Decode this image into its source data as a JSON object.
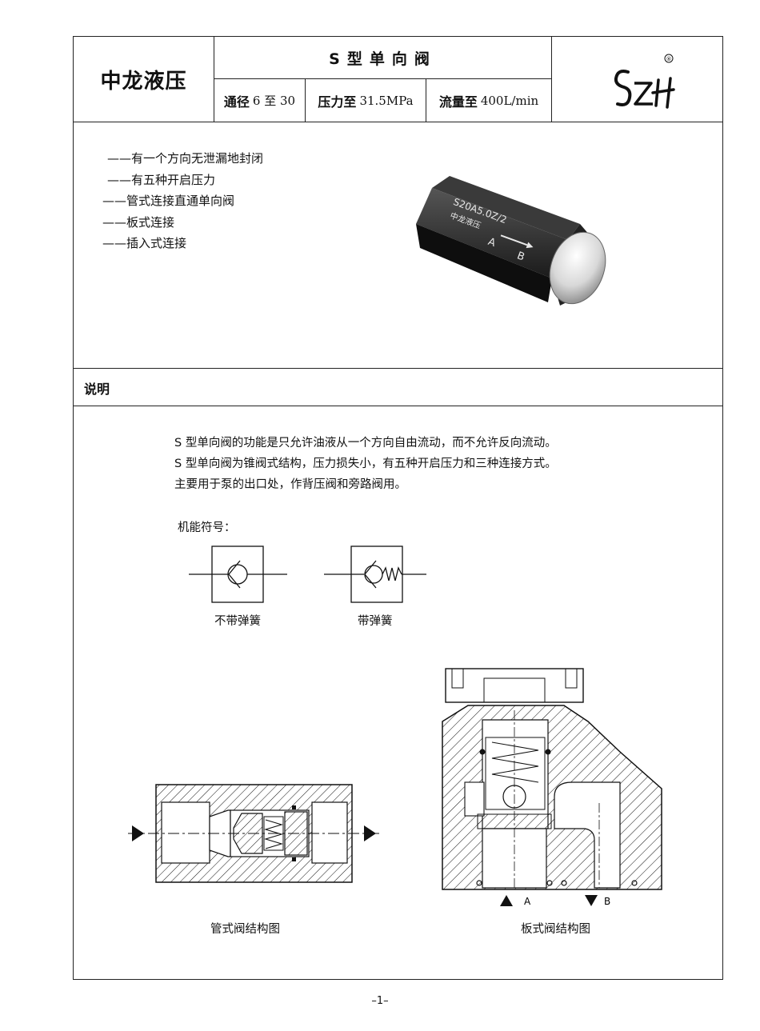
{
  "header": {
    "company": "中龙液压",
    "title": "S型单向阀",
    "specs": [
      {
        "label": "通径",
        "value": "6 至 30"
      },
      {
        "label": "压力至",
        "value": "31.5MPa"
      },
      {
        "label": "流量至",
        "value": "400L/min"
      }
    ],
    "logo_text": "SZH",
    "logo_mark": "®"
  },
  "features": [
    "——有一个方向无泄漏地封闭",
    "——有五种开启压力",
    "——管式连接直通单向阀",
    "——板式连接",
    "——插入式连接"
  ],
  "product_photo": {
    "marking_model": "S20A5.0Z/2",
    "marking_brand": "中龙液压",
    "port_a": "A",
    "port_b": "B"
  },
  "description": {
    "heading": "说明",
    "paragraphs": [
      "S 型单向阀的功能是只允许油液从一个方向自由流动，而不允许反向流动。",
      "S 型单向阀为锥阀式结构，压力损失小，有五种开启压力和三种连接方式。",
      "主要用于泵的出口处，作背压阀和旁路阀用。"
    ]
  },
  "symbols": {
    "heading": "机能符号：",
    "items": [
      {
        "caption": "不带弹簧",
        "icon": "check-valve-symbol-no-spring"
      },
      {
        "caption": "带弹簧",
        "icon": "check-valve-symbol-spring"
      }
    ]
  },
  "drawings": {
    "pipe_caption": "管式阀结构图",
    "plate_caption": "板式阀结构图",
    "plate_port_a": "A",
    "plate_port_b": "B"
  },
  "page_number": "–1–"
}
